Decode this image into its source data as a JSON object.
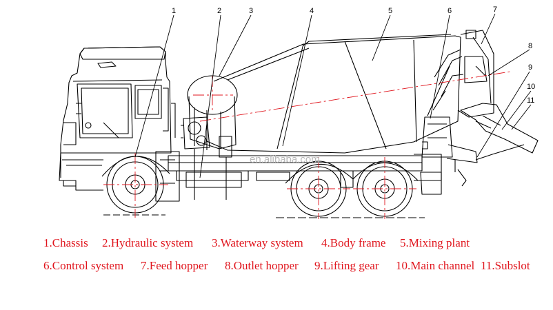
{
  "diagram": {
    "watermark": "en.alibaba.com",
    "callouts": [
      "1",
      "2",
      "3",
      "4",
      "5",
      "6",
      "7",
      "8",
      "9",
      "10",
      "11"
    ]
  },
  "legend": {
    "row1": [
      "1.Chassis",
      "2.Hydraulic system",
      "3.Waterway system",
      "4.Body frame",
      "5.Mixing plant"
    ],
    "row2": [
      "6.Control system",
      "7.Feed hopper",
      "8.Outlet hopper",
      "9.Lifting gear",
      "10.Main channel",
      "11.Subslot"
    ]
  },
  "colors": {
    "line": "#000000",
    "center_line": "#e0141c",
    "legend_text": "#e0141c",
    "background": "#ffffff"
  }
}
